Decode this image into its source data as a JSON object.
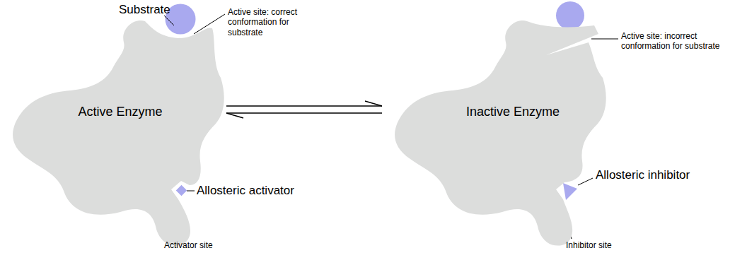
{
  "diagram": {
    "nodes": [
      {
        "text": [
          "Active Enzyme"
        ]
      },
      {
        "text": [
          "Inactive Enzyme"
        ]
      }
    ],
    "edges": [
      {
        "from": 0,
        "to": 1,
        "arrow": "both"
      }
    ],
    "labels": [
      "Substrate",
      "Active site: correct conformation for substrate",
      "Allosteric activator",
      "Activator site",
      "Active site: incorrect conformation for substrate",
      "Allosteric inhibitor",
      "Inhibitor site"
    ]
  }
}
